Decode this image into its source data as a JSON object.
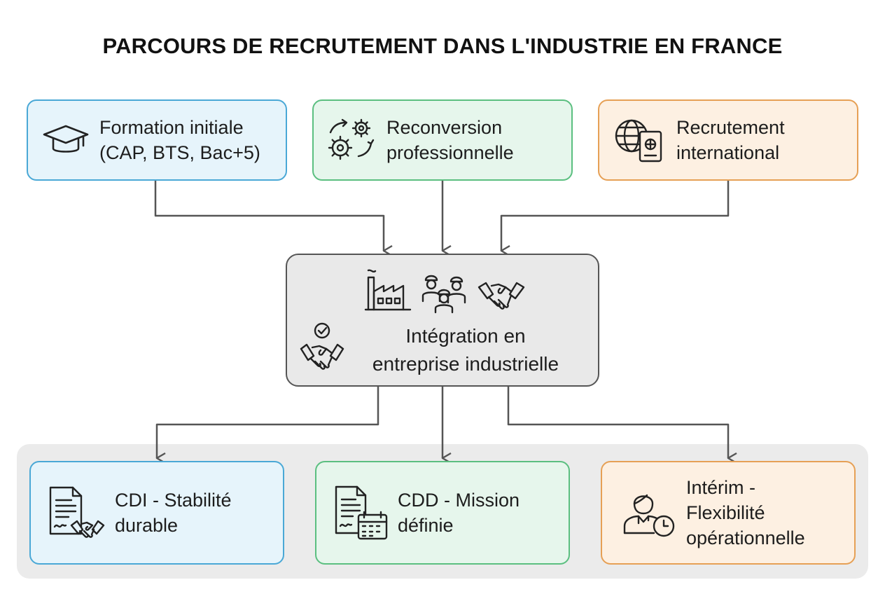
{
  "title": "PARCOURS DE RECRUTEMENT DANS L'INDUSTRIE EN FRANCE",
  "sources": [
    {
      "line1": "Formation initiale",
      "line2": "(CAP, BTS, Bac+5)",
      "icon": "graduation-cap-icon",
      "color": "#4aa8d6"
    },
    {
      "line1": "Reconversion",
      "line2": "professionnelle",
      "icon": "gears-cycle-icon",
      "color": "#5bbf80"
    },
    {
      "line1": "Recrutement",
      "line2": "international",
      "icon": "globe-passport-icon",
      "color": "#e6a055"
    }
  ],
  "center": {
    "line1": "Intégration en",
    "line2": "entreprise industrielle",
    "icons": [
      "factory-icon",
      "workers-icon",
      "handshake-icon",
      "handshake-check-icon"
    ]
  },
  "outcomes": [
    {
      "line1": "CDI - Stabilité",
      "line2": "durable",
      "icon": "contract-handshake-icon",
      "color": "#4aa8d6"
    },
    {
      "line1": "CDD - Mission",
      "line2": "définie",
      "icon": "contract-calendar-icon",
      "color": "#5bbf80"
    },
    {
      "line1": "Intérim -",
      "line2": "Flexibilité",
      "line3": "opérationnelle",
      "icon": "worker-clock-icon",
      "color": "#e6a055"
    }
  ],
  "connector_color": "#555555"
}
